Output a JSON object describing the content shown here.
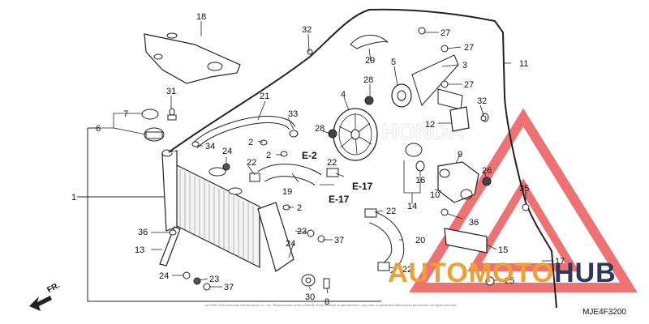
{
  "diagram": {
    "part_code": "MJE4F3200",
    "direction_label": "FR.",
    "copyright": "(c) 2000-2016 American Honda Motor Co., Inc. Reproduction of the contents of this website or part thereof in any form, is prohibited without prior permission. All rights reserved.",
    "ref_labels": [
      "E-2",
      "E-17",
      "E-17"
    ],
    "callouts": [
      "1",
      "2",
      "2",
      "2",
      "3",
      "4",
      "5",
      "6",
      "7",
      "8",
      "9",
      "10",
      "11",
      "12",
      "13",
      "14",
      "15",
      "16",
      "17",
      "18",
      "19",
      "20",
      "21",
      "22",
      "22",
      "22",
      "22",
      "23",
      "23",
      "24",
      "24",
      "24",
      "25",
      "26",
      "27",
      "27",
      "27",
      "28",
      "28",
      "29",
      "30",
      "31",
      "32",
      "32",
      "33",
      "34",
      "35",
      "36",
      "36",
      "37",
      "37"
    ]
  },
  "watermark": {
    "text_part1": "AUTOMOTO",
    "text_part2": "HUB",
    "color_primary": "#f0a030",
    "color_secondary": "#2b3a5a",
    "triangle_color": "#e03030"
  }
}
